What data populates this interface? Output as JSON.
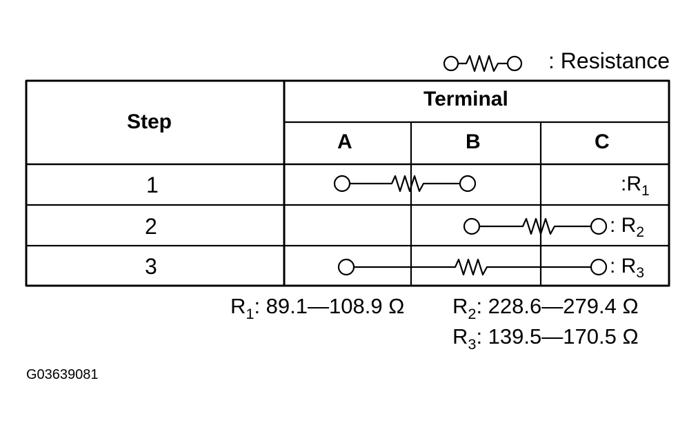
{
  "legend": {
    "label": ": Resistance"
  },
  "table": {
    "header_step": "Step",
    "header_terminal": "Terminal",
    "terminals": [
      "A",
      "B",
      "C"
    ],
    "rows": [
      {
        "step": "1",
        "label_prefix": ":R",
        "label_sub": "1"
      },
      {
        "step": "2",
        "label_prefix": ": R",
        "label_sub": "2"
      },
      {
        "step": "3",
        "label_prefix": ": R",
        "label_sub": "3"
      }
    ]
  },
  "specs": [
    {
      "prefix": "R",
      "sub": "1",
      "range": ": 89.1—108.9 Ω"
    },
    {
      "prefix": "R",
      "sub": "2",
      "range": ": 228.6—279.4 Ω"
    },
    {
      "prefix": "R",
      "sub": "3",
      "range": ": 139.5—170.5 Ω"
    }
  ],
  "figure_code": "G03639081"
}
